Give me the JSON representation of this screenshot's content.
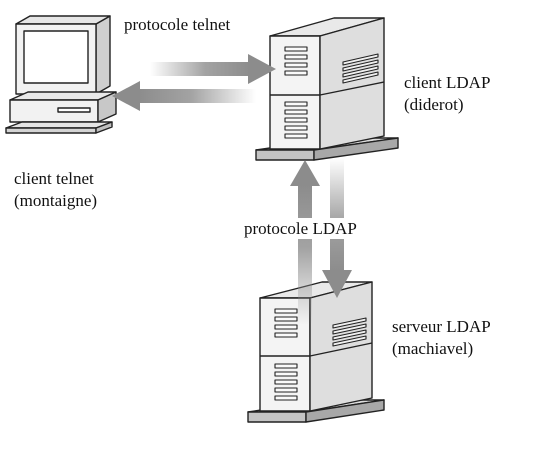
{
  "diagram": {
    "nodes": {
      "telnet_client": {
        "line1": "client telnet",
        "line2": "(montaigne)",
        "icon": "desktop-computer-icon"
      },
      "ldap_client": {
        "line1": "client LDAP",
        "line2": "(diderot)",
        "icon": "server-tower-icon"
      },
      "ldap_server": {
        "line1": "serveur LDAP",
        "line2": "(machiavel)",
        "icon": "server-tower-icon"
      }
    },
    "links": {
      "telnet": {
        "label": "protocole telnet"
      },
      "ldap": {
        "label": "protocole LDAP"
      }
    }
  },
  "colors": {
    "arrow": "#8c8c8c",
    "outline": "#222222",
    "device_fill": "#f2f2f2",
    "device_shadow": "#bcbcbc"
  }
}
